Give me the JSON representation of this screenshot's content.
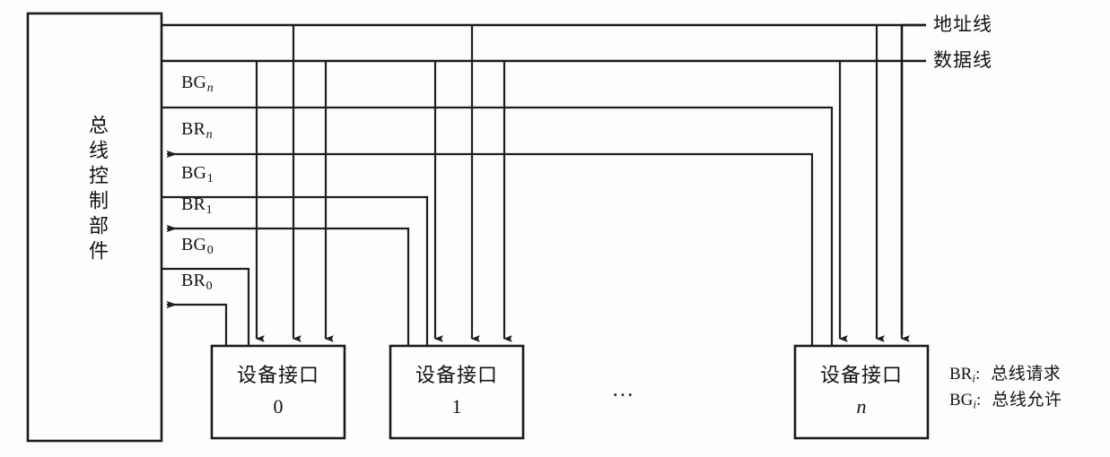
{
  "figure": {
    "kind": "block-diagram",
    "topic": "bus-arbitration-independent-request",
    "ink_color": "#1b1b1b",
    "background_color": "#fdfdfc"
  },
  "controller": {
    "label": "总线控制部件",
    "chars": [
      "总",
      "线",
      "控",
      "制",
      "部",
      "件"
    ]
  },
  "buses": [
    {
      "id": "address-bus",
      "label": "地址线"
    },
    {
      "id": "data-bus",
      "label": "数据线"
    }
  ],
  "signals": [
    {
      "id": "bg-n",
      "base": "BG",
      "index": "n",
      "index_italic": true,
      "direction": "controller-to-device",
      "device": "n"
    },
    {
      "id": "br-n",
      "base": "BR",
      "index": "n",
      "index_italic": true,
      "direction": "device-to-controller",
      "device": "n"
    },
    {
      "id": "bg-1",
      "base": "BG",
      "index": "1",
      "index_italic": false,
      "direction": "controller-to-device",
      "device": "1"
    },
    {
      "id": "br-1",
      "base": "BR",
      "index": "1",
      "index_italic": false,
      "direction": "device-to-controller",
      "device": "1"
    },
    {
      "id": "bg-0",
      "base": "BG",
      "index": "0",
      "index_italic": false,
      "direction": "controller-to-device",
      "device": "0"
    },
    {
      "id": "br-0",
      "base": "BR",
      "index": "0",
      "index_italic": false,
      "direction": "device-to-controller",
      "device": "0"
    }
  ],
  "devices": [
    {
      "id": "device-0",
      "name": "设备接口",
      "index": "0",
      "index_italic": false
    },
    {
      "id": "device-1",
      "name": "设备接口",
      "index": "1",
      "index_italic": false
    },
    {
      "id": "device-n",
      "name": "设备接口",
      "index": "n",
      "index_italic": true
    }
  ],
  "ellipsis": "…",
  "legend": [
    {
      "key_base": "BR",
      "key_index": "i",
      "value": "总线请求"
    },
    {
      "key_base": "BG",
      "key_index": "i",
      "value": "总线允许"
    }
  ]
}
